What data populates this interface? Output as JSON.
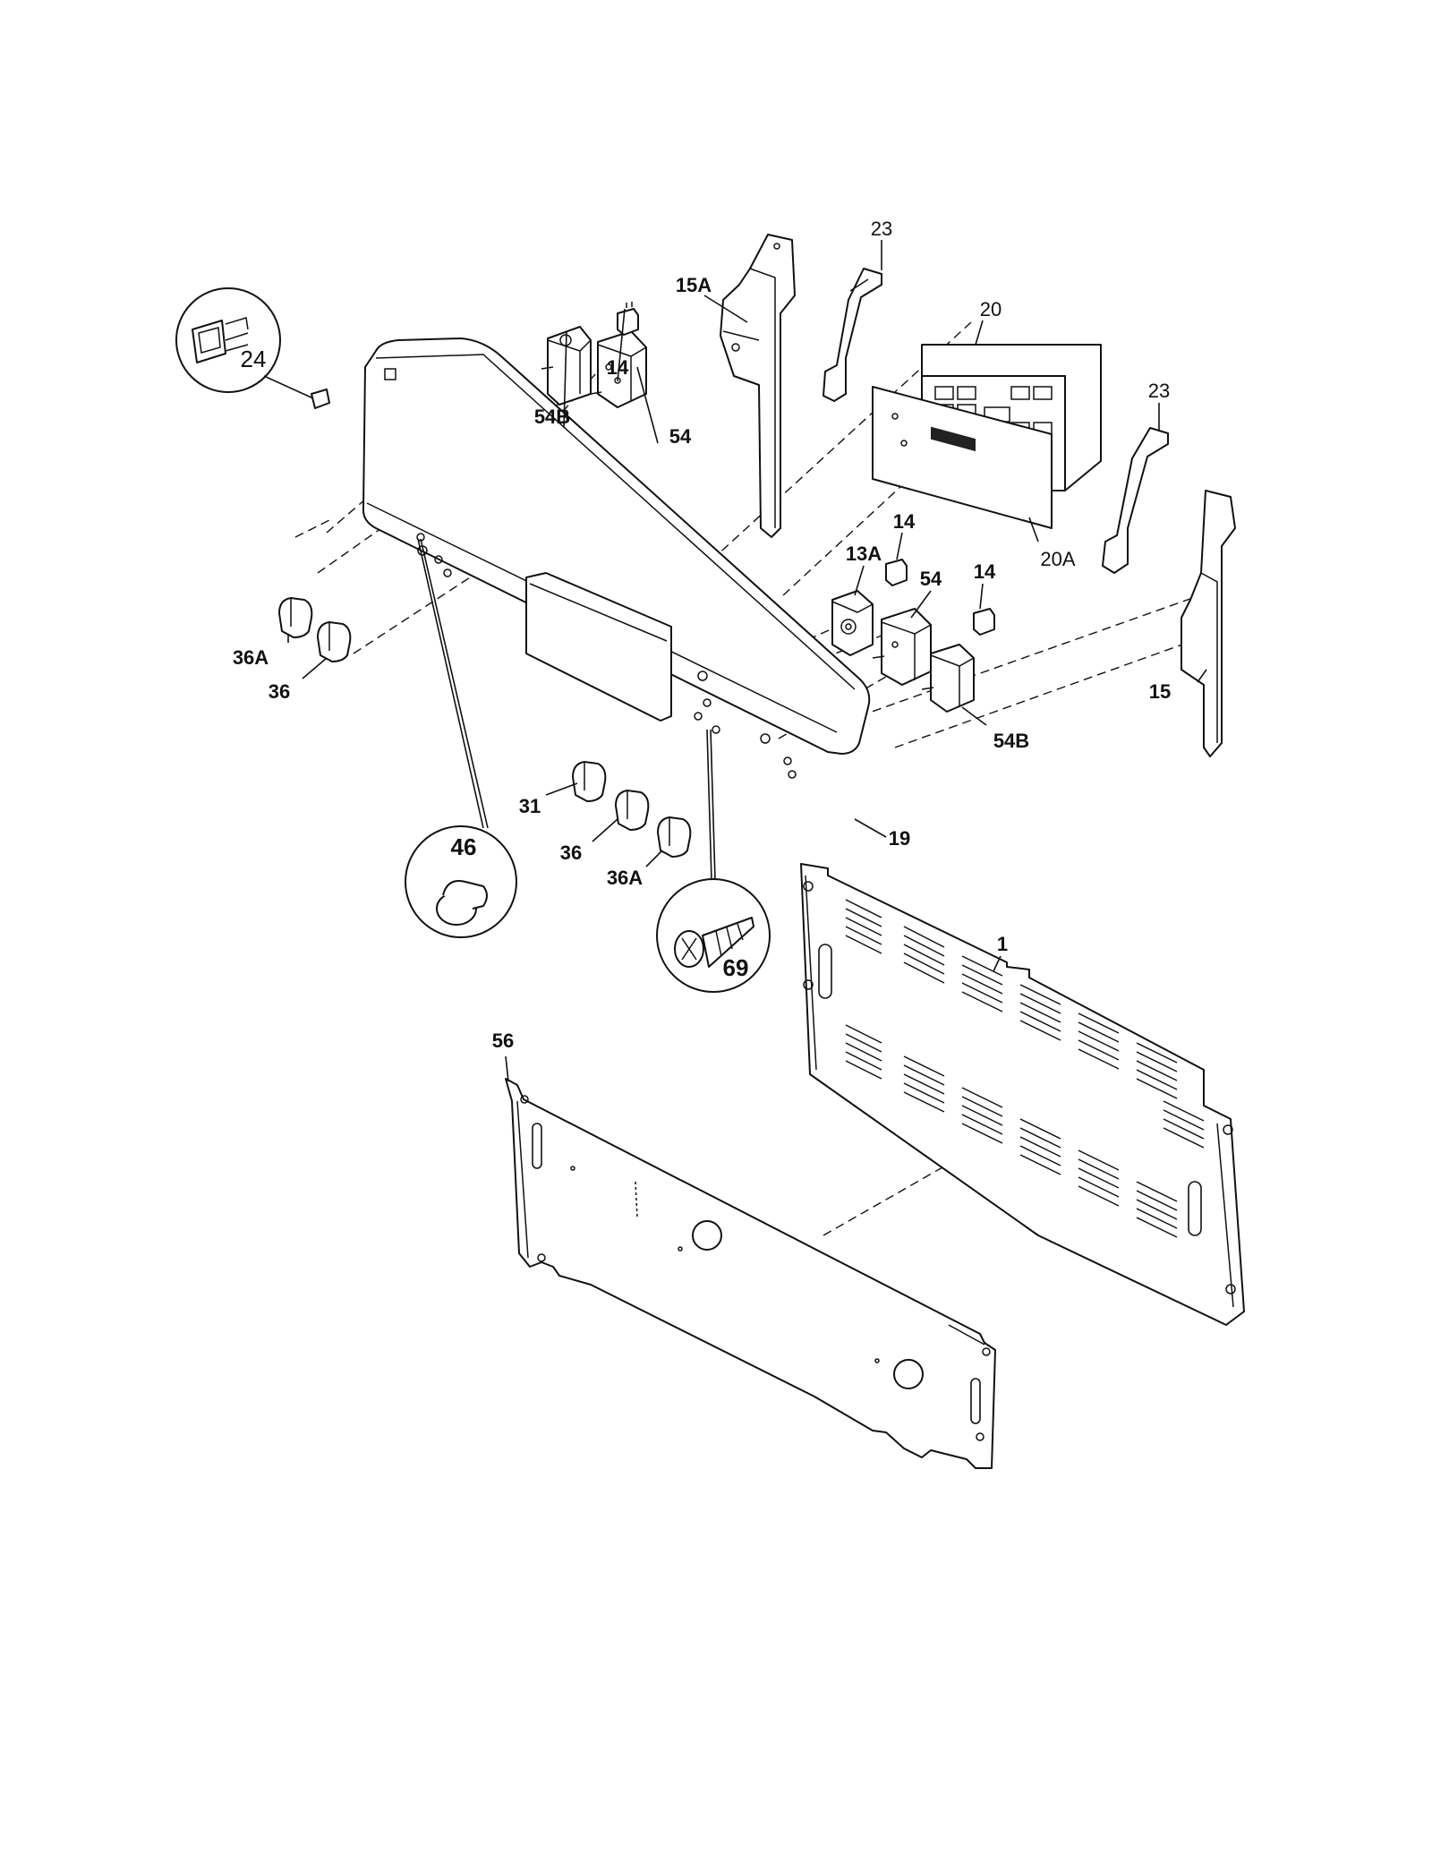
{
  "diagram": {
    "part_labels": [
      {
        "id": "p23a",
        "text": "23"
      },
      {
        "id": "p23b",
        "text": "23"
      },
      {
        "id": "p20",
        "text": "20"
      },
      {
        "id": "p20A",
        "text": "20A"
      },
      {
        "id": "p15A",
        "text": "15A"
      },
      {
        "id": "p15",
        "text": "15"
      },
      {
        "id": "p14a",
        "text": "14"
      },
      {
        "id": "p14b",
        "text": "14"
      },
      {
        "id": "p14c",
        "text": "14"
      },
      {
        "id": "p54Ba",
        "text": "54B"
      },
      {
        "id": "p54Bb",
        "text": "54B"
      },
      {
        "id": "p54a",
        "text": "54"
      },
      {
        "id": "p54b",
        "text": "54"
      },
      {
        "id": "p13A",
        "text": "13A"
      },
      {
        "id": "p24",
        "text": "24"
      },
      {
        "id": "p36Aa",
        "text": "36A"
      },
      {
        "id": "p36a",
        "text": "36"
      },
      {
        "id": "p36b",
        "text": "36"
      },
      {
        "id": "p36Ab",
        "text": "36A"
      },
      {
        "id": "p31",
        "text": "31"
      },
      {
        "id": "p19",
        "text": "19"
      },
      {
        "id": "p46",
        "text": "46"
      },
      {
        "id": "p69",
        "text": "69"
      },
      {
        "id": "p1",
        "text": "1"
      },
      {
        "id": "p56",
        "text": "56"
      }
    ]
  }
}
